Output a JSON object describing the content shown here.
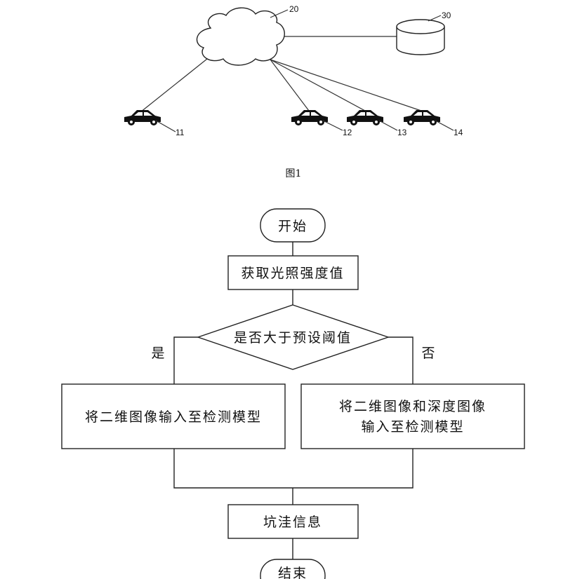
{
  "figure1": {
    "labels": {
      "cloud": "20",
      "database": "30",
      "car1": "11",
      "car2": "12",
      "car3": "13",
      "car4": "14"
    },
    "caption": "图1"
  },
  "flowchart": {
    "start": "开始",
    "step1": "获取光照强度值",
    "decision": "是否大于预设阈值",
    "yes": "是",
    "no": "否",
    "left_box": "将二维图像输入至检测模型",
    "right_box_line1": "将二维图像和深度图像",
    "right_box_line2": "输入至检测模型",
    "result": "坑洼信息",
    "end": "结束"
  }
}
